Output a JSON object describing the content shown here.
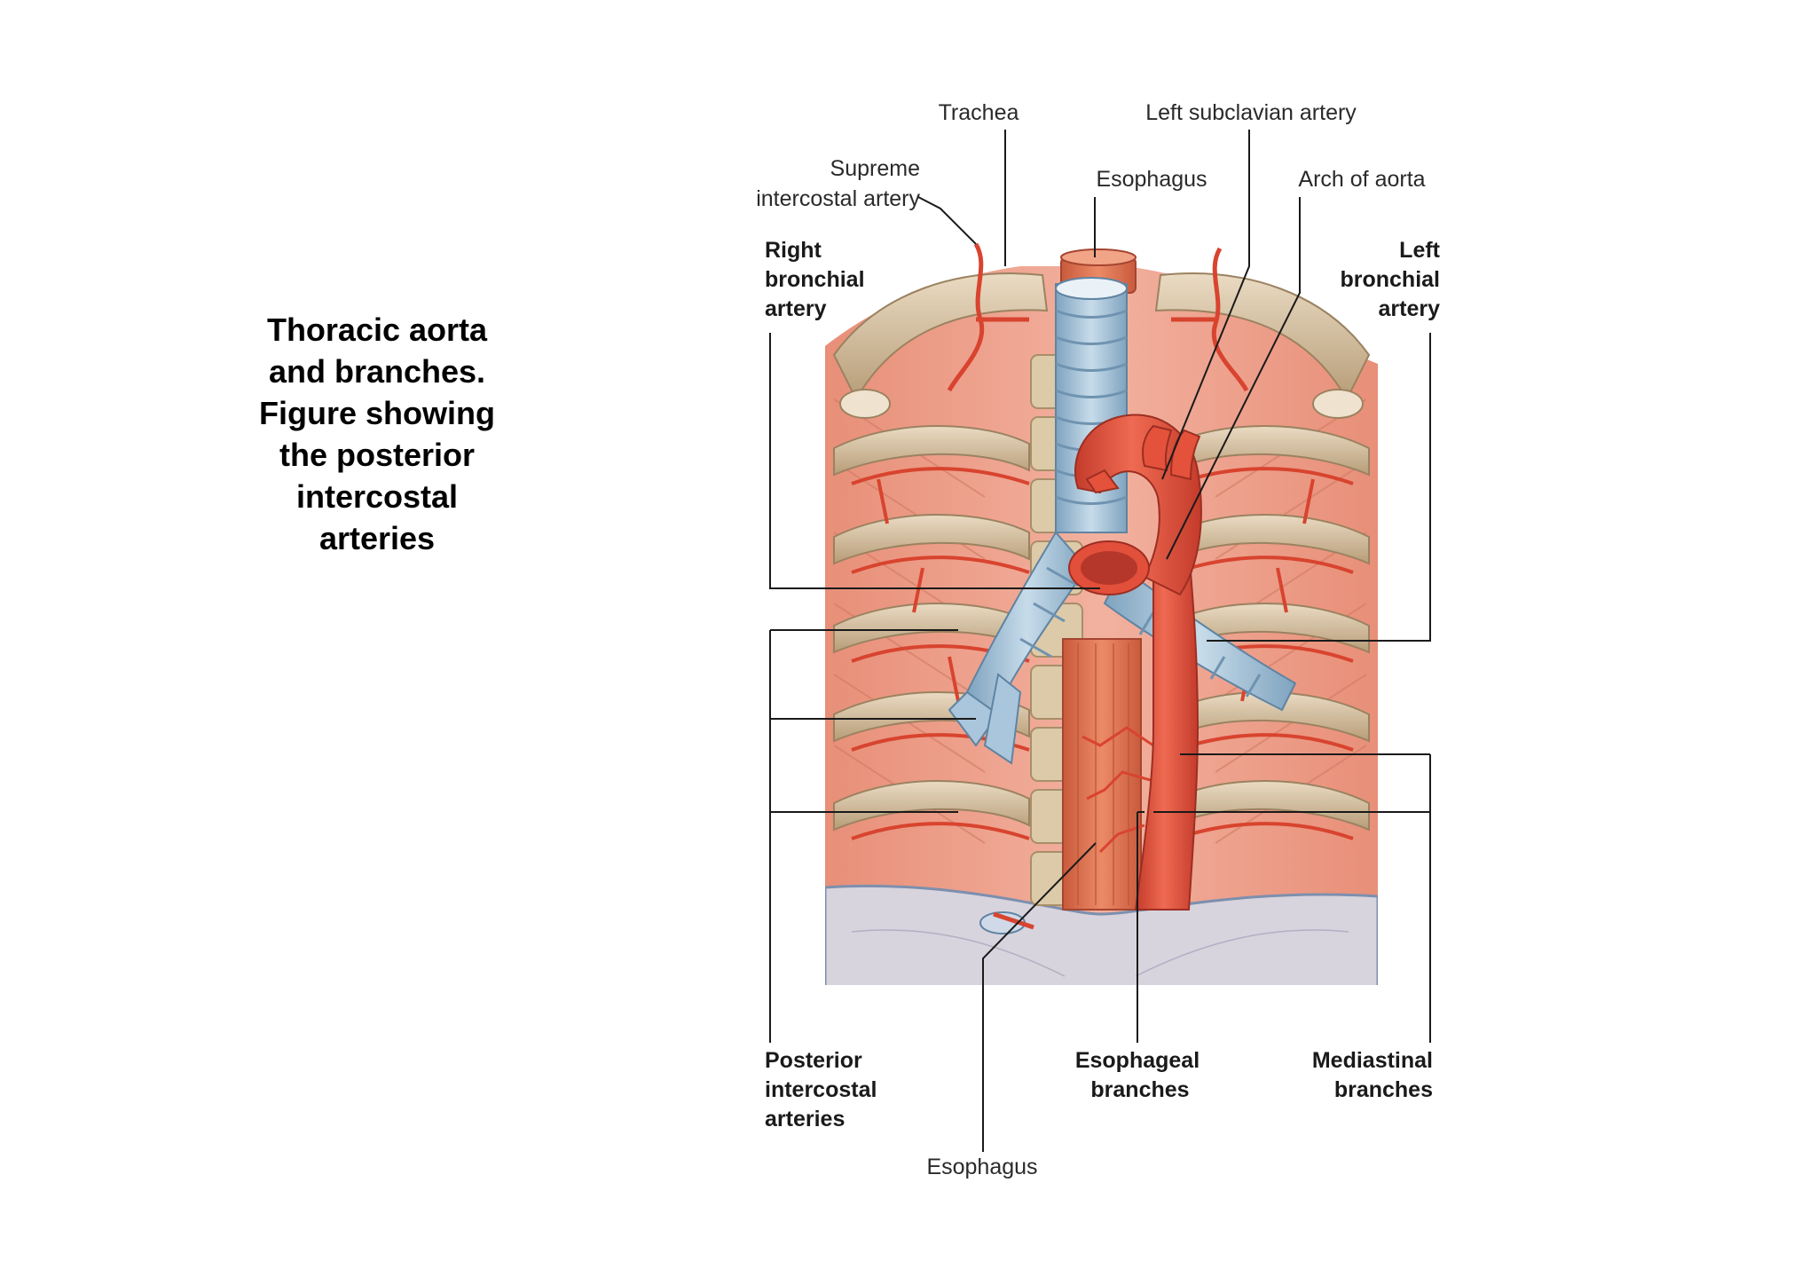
{
  "caption": {
    "lines": [
      "Thoracic aorta",
      "and branches.",
      "Figure showing",
      "the posterior",
      "intercostal",
      "arteries"
    ]
  },
  "labels": {
    "trachea": "Trachea",
    "left_subclavian_artery": "Left subclavian artery",
    "supreme_intercostal_artery": [
      "Supreme",
      "intercostal artery"
    ],
    "esophagus_top": "Esophagus",
    "arch_of_aorta": "Arch of aorta",
    "right_bronchial_artery": [
      "Right",
      "bronchial",
      "artery"
    ],
    "left_bronchial_artery": [
      "Left",
      "bronchial",
      "artery"
    ],
    "posterior_intercostal_arteries": [
      "Posterior",
      "intercostal",
      "arteries"
    ],
    "esophageal_branches": [
      "Esophageal",
      "branches"
    ],
    "mediastinal_branches": [
      "Mediastinal",
      "branches"
    ],
    "esophagus_bottom": "Esophagus"
  },
  "colors": {
    "muscle": "#e88f78",
    "muscle_dark": "#c9654d",
    "rib": "#d9c3a3",
    "rib_shadow": "#a8906c",
    "artery": "#e4523b",
    "artery_dark": "#b9362a",
    "trachea": "#a9c6dc",
    "trachea_dark": "#6f93b0",
    "esophagus": "#e0704f",
    "diaphragm": "#d6d3dd"
  }
}
